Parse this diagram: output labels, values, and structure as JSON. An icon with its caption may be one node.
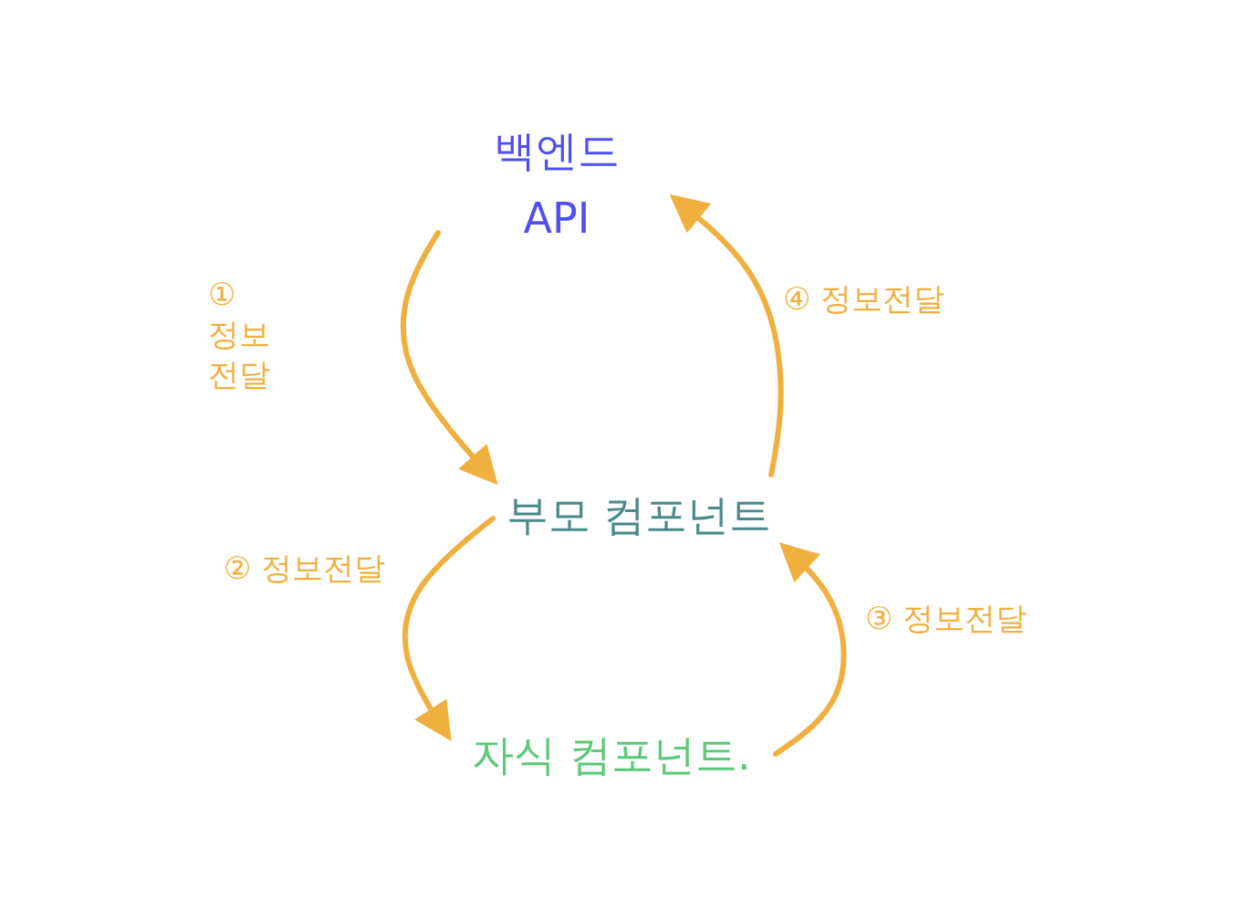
{
  "diagram": {
    "nodes": [
      {
        "text": [
          "백엔드 API"
        ]
      },
      {
        "text": [
          "부모 컴포넌트"
        ]
      },
      {
        "text": [
          "자식 컴포넌트."
        ]
      }
    ],
    "edges": [
      {
        "from": 0,
        "to": 1,
        "arrow": "to",
        "label": "① 정보 전달"
      },
      {
        "from": 1,
        "to": 2,
        "arrow": "to",
        "label": "② 정보전달"
      },
      {
        "from": 2,
        "to": 1,
        "arrow": "to",
        "label": "③ 정보전달"
      },
      {
        "from": 1,
        "to": 0,
        "arrow": "to",
        "label": "④ 정보전달"
      }
    ]
  }
}
